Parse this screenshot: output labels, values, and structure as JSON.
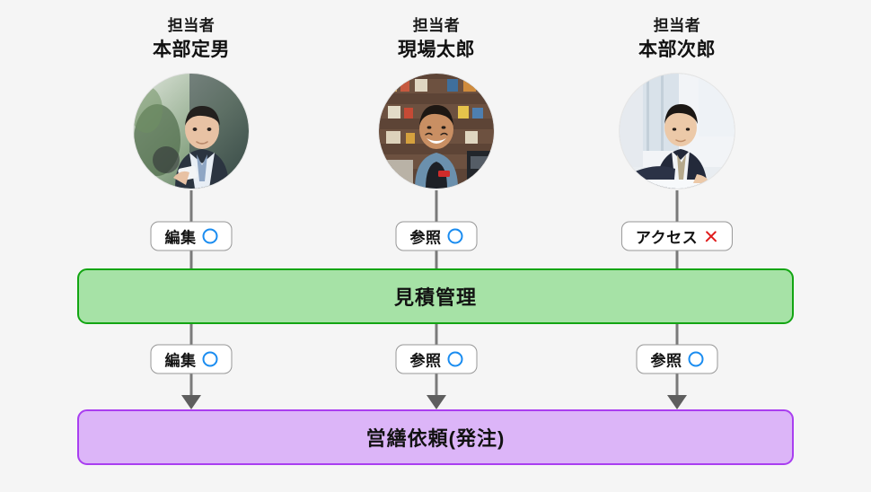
{
  "diagram": {
    "background_color": "#f5f5f5",
    "columns": [
      {
        "role_label": "担当者",
        "name": "本部定男",
        "avatar_name": "avatar-honbu-sadao",
        "avatar_description": "スーツ姿でスマートフォンを持つ男性",
        "top_badge": {
          "label": "編集",
          "mark": "circle",
          "mark_color": "#1a8cf0"
        },
        "bottom_badge": {
          "label": "編集",
          "mark": "circle",
          "mark_color": "#1a8cf0"
        }
      },
      {
        "role_label": "担当者",
        "name": "現場太郎",
        "avatar_name": "avatar-genba-taro",
        "avatar_description": "店舗で笑顔のエプロン姿の男性",
        "top_badge": {
          "label": "参照",
          "mark": "circle",
          "mark_color": "#1a8cf0"
        },
        "bottom_badge": {
          "label": "参照",
          "mark": "circle",
          "mark_color": "#1a8cf0"
        }
      },
      {
        "role_label": "担当者",
        "name": "本部次郎",
        "avatar_name": "avatar-honbu-jiro",
        "avatar_description": "デスクで作業するスーツ姿の男性",
        "top_badge": {
          "label": "アクセス",
          "mark": "cross",
          "mark_color": "#e01b1b"
        },
        "bottom_badge": {
          "label": "参照",
          "mark": "circle",
          "mark_color": "#1a8cf0"
        }
      }
    ],
    "bars": [
      {
        "label": "見積管理",
        "fill_color": "#a6e2a6",
        "border_color": "#12a512"
      },
      {
        "label": "営繕依頼(発注)",
        "fill_color": "#dcb5f8",
        "border_color": "#a93ef0"
      }
    ],
    "connector_color": "#7a7a7a",
    "arrow_color": "#5e5e5e"
  }
}
